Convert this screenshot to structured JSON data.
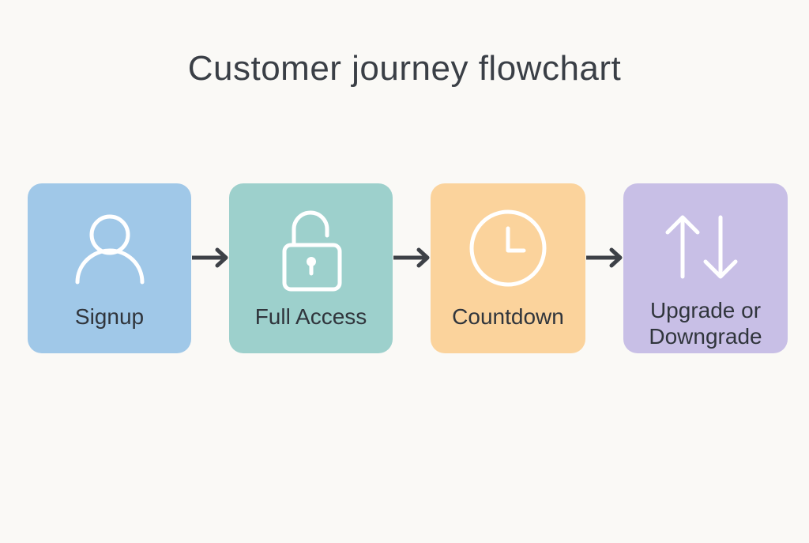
{
  "title": "Customer journey flowchart",
  "steps": [
    {
      "label": "Signup",
      "icon": "user-icon",
      "color": "#a0c8e8"
    },
    {
      "label": "Full Access",
      "icon": "unlock-icon",
      "color": "#9dd0cc"
    },
    {
      "label": "Countdown",
      "icon": "clock-icon",
      "color": "#fbd39c"
    },
    {
      "label_line1": "Upgrade or",
      "label_line2": "Downgrade",
      "icon": "up-down-arrows-icon",
      "color": "#c8bfe6"
    }
  ],
  "arrow_color": "#3d4147"
}
